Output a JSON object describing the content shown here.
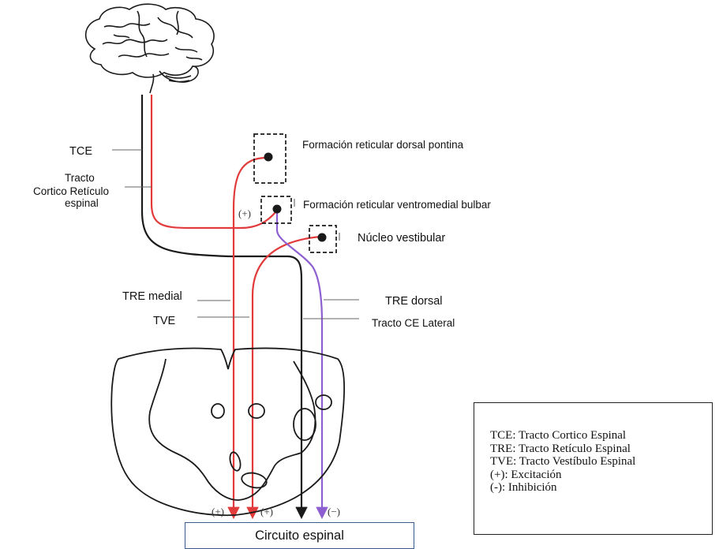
{
  "labels": {
    "tce": "TCE",
    "tracto_line1": "Tracto",
    "tracto_line2": "Cortico Retículo",
    "tracto_line3": "espinal",
    "formacion_dorsal": "Formación reticular dorsal pontina",
    "formacion_ventromedial": "Formación reticular ventromedial bulbar",
    "nucleo_vestibular": "Núcleo vestibular",
    "tre_medial": "TRE medial",
    "tve": "TVE",
    "tre_dorsal": "TRE dorsal",
    "tracto_ce_lateral": "Tracto CE Lateral"
  },
  "signs": {
    "ventromedial_plus": "(+)",
    "bottom_plus_1": "(+)",
    "bottom_plus_2": "(+)",
    "bottom_minus": "(−)"
  },
  "output_box": {
    "label": "Circuito espinal"
  },
  "legend": {
    "items": [
      "TCE: Tracto Cortico Espinal",
      "TRE: Tracto Retículo Espinal",
      "TVE: Tracto Vestíbulo Espinal",
      "(+): Excitación",
      "(-): Inhibición"
    ]
  },
  "colors": {
    "excitatory_tract": "#e23b3b",
    "inhibitory_tract": "#8e5fd0",
    "corticospinal_tract": "#1a1a1a",
    "output_border": "#3b5b8c"
  }
}
